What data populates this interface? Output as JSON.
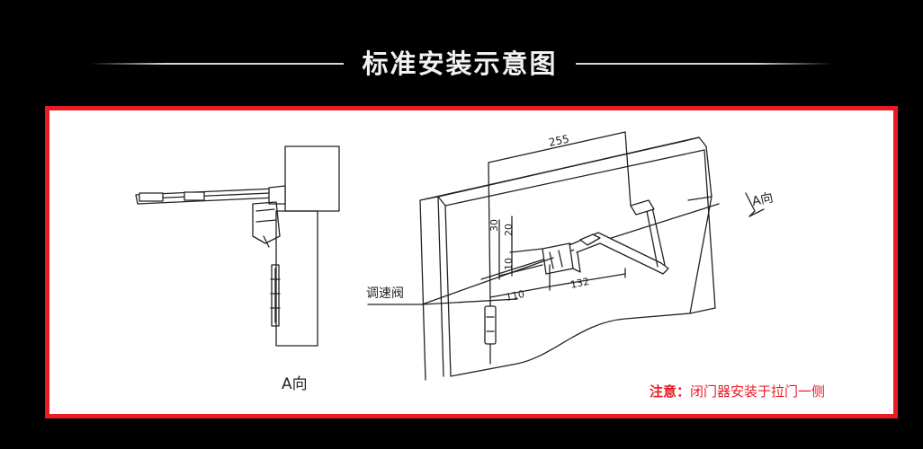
{
  "header": {
    "title": "标准安装示意图"
  },
  "left_view": {
    "label": "A向"
  },
  "right_view": {
    "direction_label": "A向",
    "valve_label": "调速阀",
    "dimensions": {
      "width_top": "255",
      "vertical_30": "30",
      "vertical_20": "20",
      "vertical_10": "10",
      "horizontal_110": "110",
      "horizontal_132": "132"
    }
  },
  "note": {
    "lead": "注意：",
    "text": "闭门器安装于拉门一侧"
  },
  "colors": {
    "background": "#000000",
    "frame": "#e81c24",
    "panel": "#ffffff",
    "note": "#e81c24",
    "lines": "#222222"
  }
}
